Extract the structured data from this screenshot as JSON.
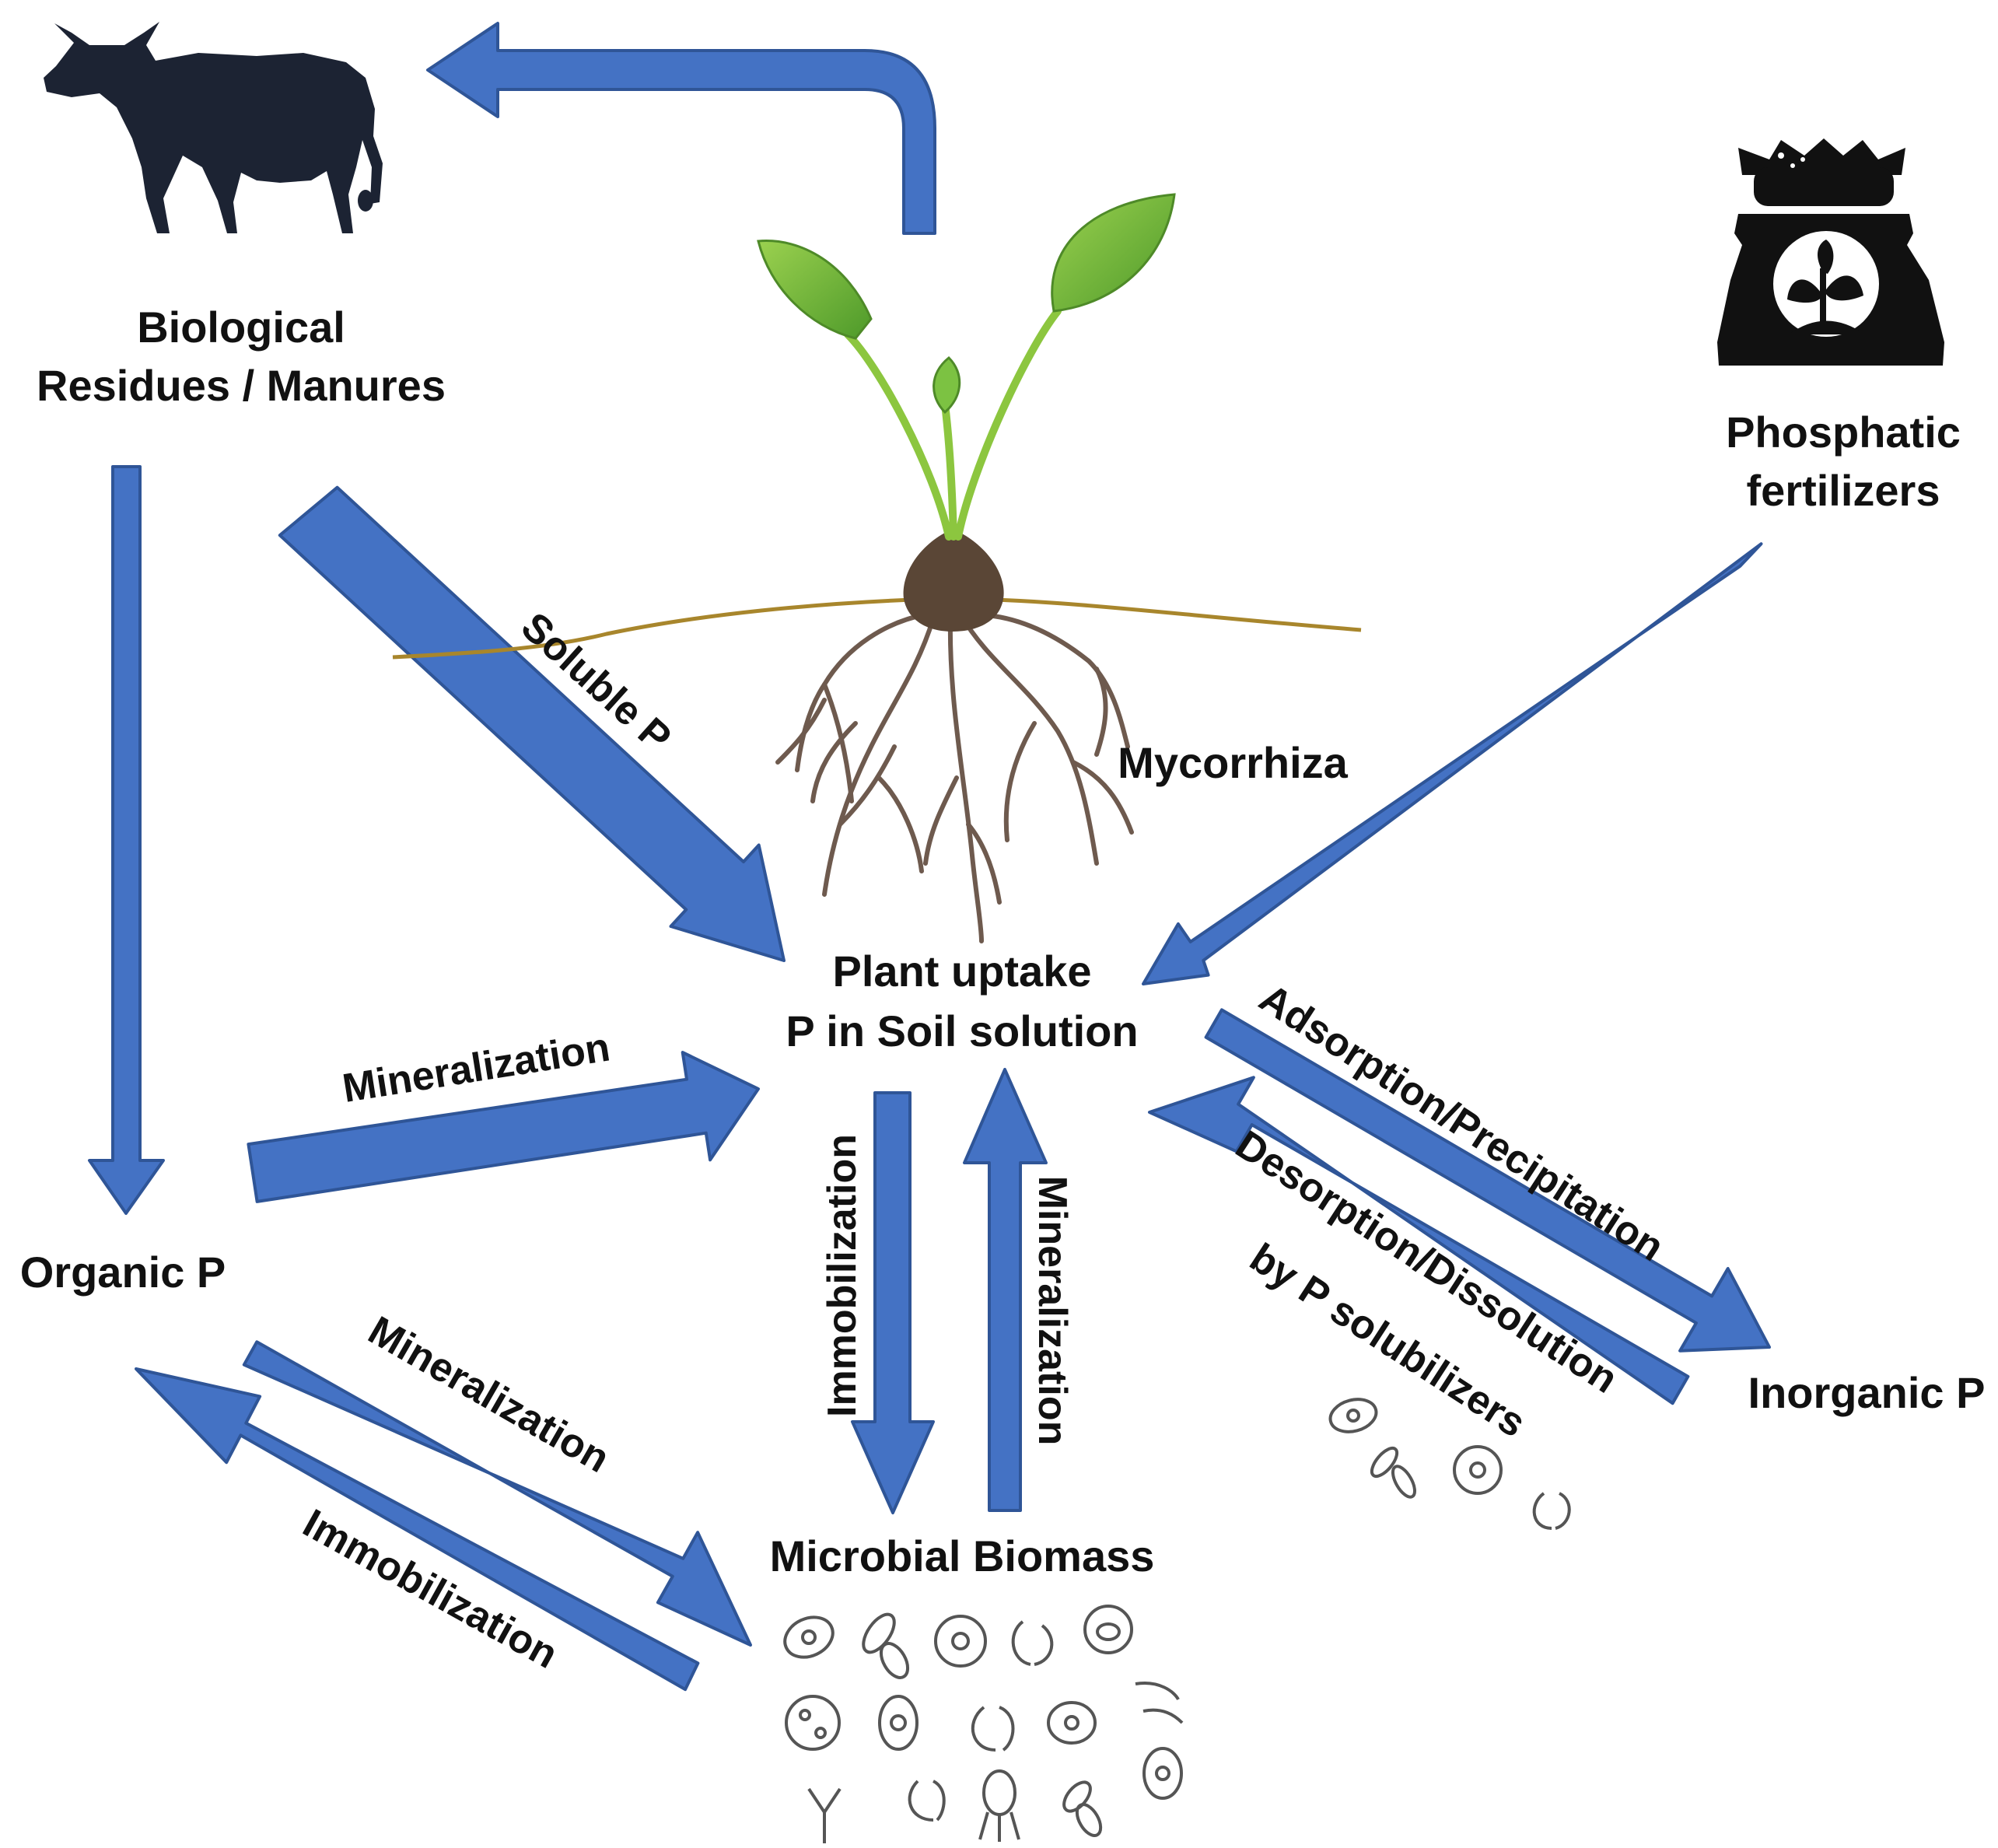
{
  "nodes": {
    "residues_line1": "Biological",
    "residues_line2": "Residues / Manures",
    "fertilizer_line1": "Phosphatic",
    "fertilizer_line2": "fertilizers",
    "soil_line1": "Plant uptake",
    "soil_line2": "P in Soil solution",
    "organic": "Organic P",
    "inorganic": "Inorganic P",
    "microbial": "Microbial Biomass",
    "mycorrhiza": "Mycorrhiza"
  },
  "flows": {
    "soluble_p": "Soluble P",
    "min_organic_to_soil": "Mineralization",
    "immobilization_vertical": "Immobilization",
    "mineralization_vertical": "Mineralization",
    "adsorption": "Adsorption/Precipitation",
    "desorption_line1": "Desorption/Dissolution",
    "desorption_line2": "by P solubilizers",
    "min_organic_to_microbial": "Mineralization",
    "immob_microbial_to_organic": "Immobilization"
  },
  "icons": {
    "cow": "cow-icon",
    "fertilizer_bag": "fertilizer-bag-icon",
    "plant": "seedling-icon",
    "microbes": "microbes-icon"
  },
  "colors": {
    "arrow_fill": "#4472C4",
    "arrow_stroke": "#2F5597",
    "leaf": "#7CC242",
    "root": "#6E5A4E",
    "seed": "#5A4636",
    "soil_line": "#A8862C",
    "silhouette": "#1C2333"
  }
}
